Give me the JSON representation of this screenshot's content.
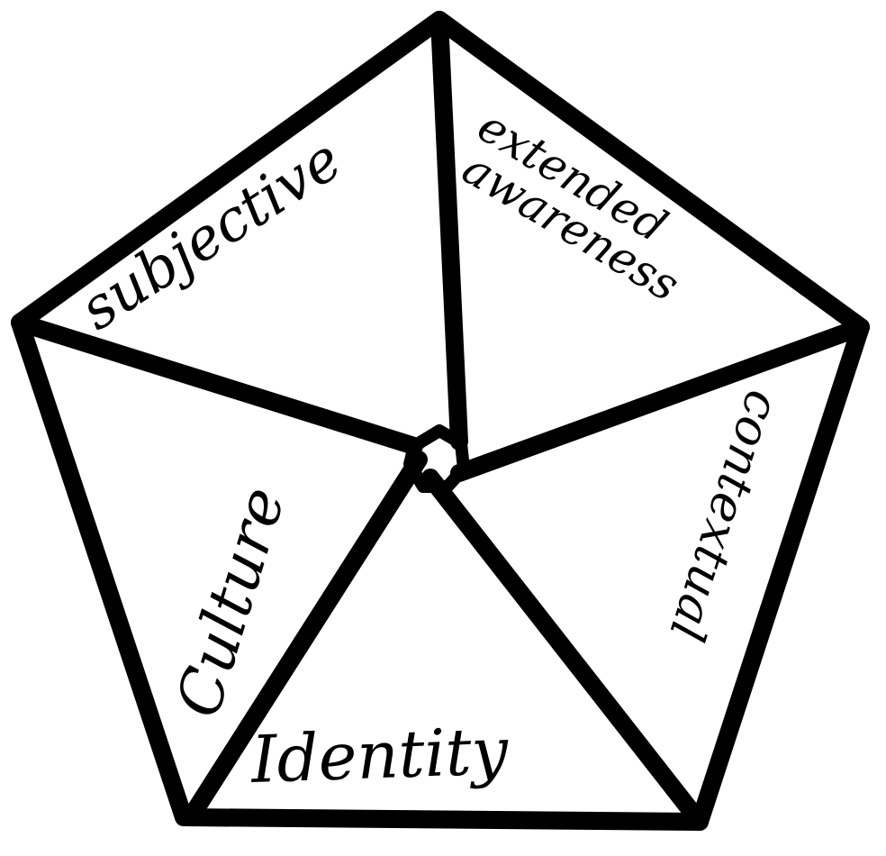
{
  "diagram": {
    "stroke_color": "#000000",
    "background": "#ffffff",
    "sections": [
      {
        "label": "subjective"
      },
      {
        "label": "extended"
      },
      {
        "label": "awareness"
      },
      {
        "label": "contextual"
      },
      {
        "label": "Identity"
      },
      {
        "label": "Culture"
      }
    ]
  }
}
